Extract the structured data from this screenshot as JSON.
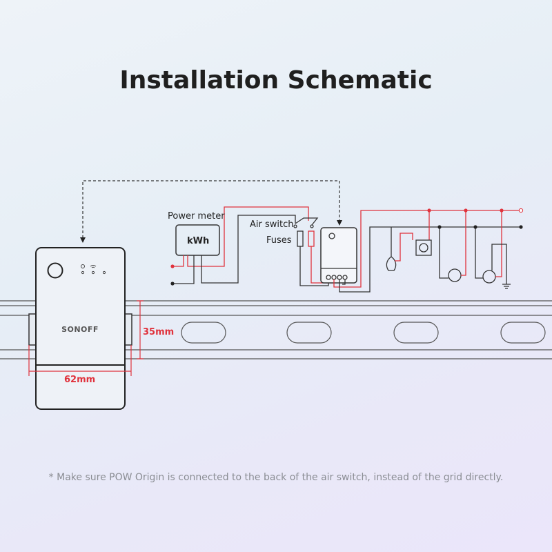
{
  "title": "Installation Schematic",
  "labels": {
    "power_meter": "Power meter",
    "kwh": "kWh",
    "air_switch": "Air switch",
    "fuses": "Fuses",
    "rail_height": "35mm",
    "device_width": "62mm"
  },
  "device": {
    "brand": "SONOFF"
  },
  "note": "* Make sure POW Origin is connected to the back of the air switch, instead of the grid directly.",
  "colors": {
    "live": "#e0323c",
    "neutral": "#333333"
  }
}
